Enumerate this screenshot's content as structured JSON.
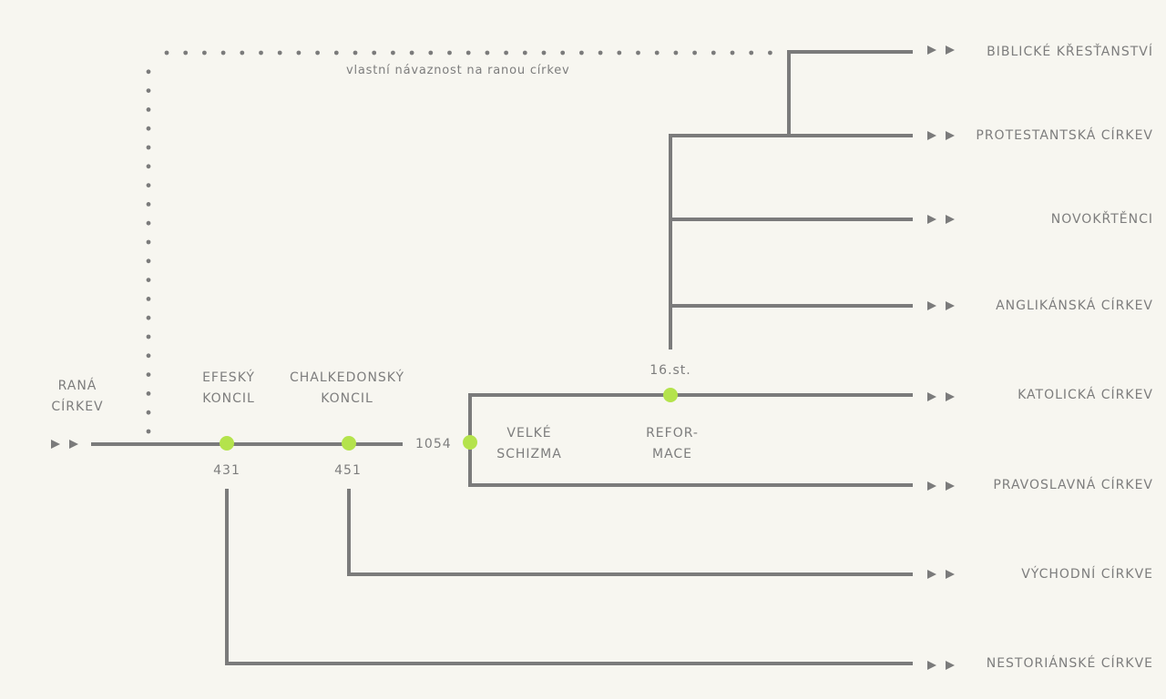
{
  "colors": {
    "line": "#7b7b7b",
    "dot": "#b4e34c",
    "background": "#f7f6f0",
    "text": "#7d7d7d"
  },
  "start": {
    "label_line1": "RANÁ",
    "label_line2": "CÍRKEV"
  },
  "events": {
    "efesky": {
      "line1": "EFESKÝ",
      "line2": "KONCIL",
      "year": "431"
    },
    "chalkedonsky": {
      "line1": "CHALKEDONSKÝ",
      "line2": "KONCIL",
      "year": "451"
    },
    "schizma": {
      "year": "1054",
      "line1": "VELKÉ",
      "line2": "SCHIZMA"
    },
    "reformace": {
      "century": "16.st.",
      "line1": "REFOR-",
      "line2": "MACE"
    }
  },
  "dotted_note": "vlastní návaznost na ranou církev",
  "branches": {
    "biblicke": "BIBLICKÉ KŘESŤANSTVÍ",
    "protestantska": "PROTESTANTSKÁ CÍRKEV",
    "novokrtenci": "NOVOKŘTĚNCI",
    "anglikanska": "ANGLIKÁNSKÁ CÍRKEV",
    "katolicka": "KATOLICKÁ CÍRKEV",
    "pravoslavna": "PRAVOSLAVNÁ CÍRKEV",
    "vychodni": "VÝCHODNÍ CÍRKVE",
    "nestorianske": "NESTORIÁNSKÉ CÍRKVE"
  }
}
